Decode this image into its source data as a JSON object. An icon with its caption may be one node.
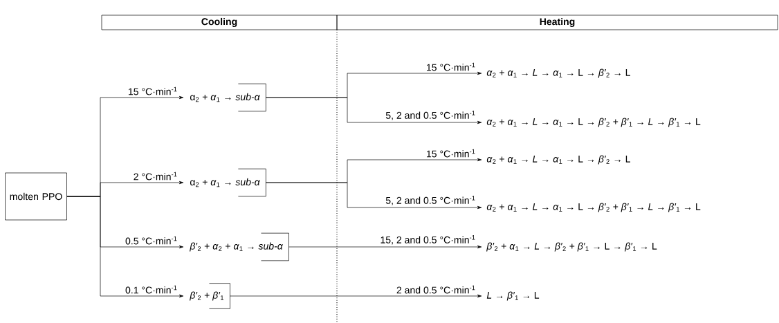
{
  "diagram": {
    "nodes": [
      {
        "text": [
          "molten PPO"
        ]
      },
      {
        "text": [
          "α$_{2}$ + *α*$_{1}$ → *sub-α*"
        ]
      },
      {
        "text": [
          "α$_{2}$ + *α*$_{1}$ → *sub-α*"
        ]
      },
      {
        "text": [
          "*β′*$_{2}$ + *α*$_{2}$ + *α*$_{1}$  → *sub-α*"
        ]
      },
      {
        "text": [
          "*β′*$_{2}$ + *β′*$_{1}$"
        ]
      },
      {
        "text": [
          "*α*$_{2}$ + *α*$_{1}$ → *L* → *α*$_{1}$ → L → *β′*$_{2}$ → L"
        ]
      },
      {
        "text": [
          "*α*$_{2}$ + *α*$_{1}$ → *L* → *α*$_{1}$ → L → *β′*$_{2}$ + *β′*$_{1}$ → *L* → *β′*$_{1}$ → L"
        ]
      },
      {
        "text": [
          "*α*$_{2}$ + *α*$_{1}$ → *L* → *α*$_{1}$ → L → *β′*$_{2}$ → L"
        ]
      },
      {
        "text": [
          "*α*$_{2}$ + *α*$_{1}$ → *L* → *α*$_{1}$ → L → *β′*$_{2}$ + *β′*$_{1}$ → *L* → *β′*$_{1}$ → L"
        ]
      },
      {
        "text": [
          "*β′*$_{2}$ + *α*$_{1}$ → *L* → *β′*$_{2}$ + *β′*$_{1}$ → L → *β′*$_{1}$ → L"
        ]
      },
      {
        "text": [
          "*L* → *β′*$_{1}$ → L"
        ]
      }
    ],
    "edges": [
      {
        "from": 0,
        "to": 1,
        "arrow": "to",
        "label": "15 °C·min$^{-1}$"
      },
      {
        "from": 0,
        "to": 2,
        "arrow": "to",
        "label": "2 °C·min$^{-1}$"
      },
      {
        "from": 0,
        "to": 3,
        "arrow": "to",
        "label": "0.5 °C·min$^{-1}$"
      },
      {
        "from": 0,
        "to": 4,
        "arrow": "to",
        "label": "0.1 °C·min$^{-1}$"
      },
      {
        "from": 1,
        "to": 5,
        "arrow": "to",
        "label": "15 °C·min$^{-1}$"
      },
      {
        "from": 1,
        "to": 6,
        "arrow": "to",
        "label": "5, 2 and 0.5 °C·min$^{-1}$"
      },
      {
        "from": 2,
        "to": 7,
        "arrow": "to",
        "label": "15 °C·min$^{-1}$"
      },
      {
        "from": 2,
        "to": 8,
        "arrow": "to",
        "label": "5, 2 and 0.5 °C·min$^{-1}$"
      },
      {
        "from": 3,
        "to": 9,
        "arrow": "to",
        "label": "15, 2 and 0.5 °C·min$^{-1}$"
      },
      {
        "from": 4,
        "to": 10,
        "arrow": "to",
        "label": "2 and 0.5 °C·min$^{-1}$"
      }
    ],
    "labels": [
      "Cooling",
      "Heating"
    ]
  }
}
